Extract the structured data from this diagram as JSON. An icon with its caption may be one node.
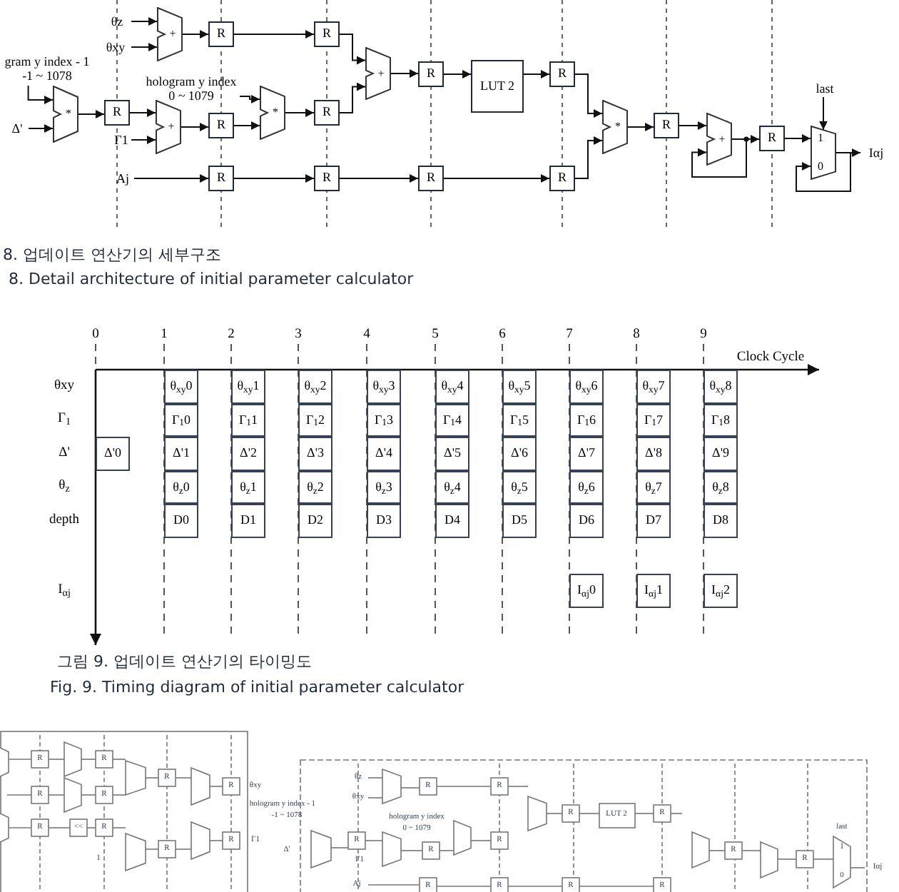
{
  "diagram": {
    "nodes": [
      {
        "text": [
          "θz"
        ]
      },
      {
        "text": [
          "θxy"
        ]
      },
      {
        "text": [
          "+"
        ]
      },
      {
        "text": [
          "R"
        ]
      },
      {
        "text": [
          "R"
        ]
      },
      {
        "text": [
          "+"
        ]
      },
      {
        "text": [
          "R"
        ]
      },
      {
        "text": [
          "LUT 2"
        ]
      },
      {
        "text": [
          "R"
        ]
      },
      {
        "text": [
          "gram y index - 1 -1 ~ 1078"
        ]
      },
      {
        "text": [
          "Δ'"
        ]
      },
      {
        "text": [
          "*"
        ]
      },
      {
        "text": [
          "R"
        ]
      },
      {
        "text": [
          "Γ1"
        ]
      },
      {
        "text": [
          "+"
        ]
      },
      {
        "text": [
          "R"
        ]
      },
      {
        "text": [
          "hologram y index 0 ~ 1079"
        ]
      },
      {
        "text": [
          "*"
        ]
      },
      {
        "text": [
          "R"
        ]
      },
      {
        "text": [
          "Aj"
        ]
      },
      {
        "text": [
          "R"
        ]
      },
      {
        "text": [
          "R"
        ]
      },
      {
        "text": [
          "R"
        ]
      },
      {
        "text": [
          "R"
        ]
      },
      {
        "text": [
          "*"
        ]
      },
      {
        "text": [
          "R"
        ]
      },
      {
        "text": [
          "+"
        ]
      },
      {
        "text": [
          "R"
        ]
      },
      {
        "text": [
          "last"
        ]
      },
      {
        "text": [
          "1",
          "0"
        ]
      },
      {
        "text": [
          "Iαj"
        ]
      },
      {
        "text": [
          "Δ'0"
        ]
      },
      {
        "text": [
          "θ$_{xy}$0"
        ]
      },
      {
        "text": [
          "Γ$_{1}$0"
        ]
      },
      {
        "text": [
          "Δ'1"
        ]
      },
      {
        "text": [
          "θ$_{z}$0"
        ]
      },
      {
        "text": [
          "D0"
        ]
      },
      {
        "text": [
          "θ$_{xy}$1"
        ]
      },
      {
        "text": [
          "Γ$_{1}$1"
        ]
      },
      {
        "text": [
          "Δ'2"
        ]
      },
      {
        "text": [
          "θ$_{z}$1"
        ]
      },
      {
        "text": [
          "D1"
        ]
      },
      {
        "text": [
          "θ$_{xy}$2"
        ]
      },
      {
        "text": [
          "Γ$_{1}$2"
        ]
      },
      {
        "text": [
          "Δ'3"
        ]
      },
      {
        "text": [
          "θ$_{z}$2"
        ]
      },
      {
        "text": [
          "D2"
        ]
      },
      {
        "text": [
          "θ$_{xy}$3"
        ]
      },
      {
        "text": [
          "Γ$_{1}$3"
        ]
      },
      {
        "text": [
          "Δ'4"
        ]
      },
      {
        "text": [
          "θ$_{z}$3"
        ]
      },
      {
        "text": [
          "D3"
        ]
      },
      {
        "text": [
          "θ$_{xy}$4"
        ]
      },
      {
        "text": [
          "Γ$_{1}$4"
        ]
      },
      {
        "text": [
          "Δ'5"
        ]
      },
      {
        "text": [
          "θ$_{z}$4"
        ]
      },
      {
        "text": [
          "D4"
        ]
      },
      {
        "text": [
          "θ$_{xy}$5"
        ]
      },
      {
        "text": [
          "Γ$_{1}$5"
        ]
      },
      {
        "text": [
          "Δ'6"
        ]
      },
      {
        "text": [
          "θ$_{z}$5"
        ]
      },
      {
        "text": [
          "D5"
        ]
      },
      {
        "text": [
          "θ$_{xy}$6"
        ]
      },
      {
        "text": [
          "Γ$_{1}$6"
        ]
      },
      {
        "text": [
          "Δ'7"
        ]
      },
      {
        "text": [
          "θ$_{z}$6"
        ]
      },
      {
        "text": [
          "D6"
        ]
      },
      {
        "text": [
          "I$_{αj}$0"
        ]
      },
      {
        "text": [
          "θ$_{xy}$7"
        ]
      },
      {
        "text": [
          "Γ$_{1}$7"
        ]
      },
      {
        "text": [
          "Δ'8"
        ]
      },
      {
        "text": [
          "θ$_{z}$7"
        ]
      },
      {
        "text": [
          "D7"
        ]
      },
      {
        "text": [
          "I$_{αj}$1"
        ]
      },
      {
        "text": [
          "θ$_{xy}$8"
        ]
      },
      {
        "text": [
          "Γ$_{1}$8"
        ]
      },
      {
        "text": [
          "Δ'9"
        ]
      },
      {
        "text": [
          "θ$_{z}$8"
        ]
      },
      {
        "text": [
          "D8"
        ]
      },
      {
        "text": [
          "I$_{αj}$2"
        ]
      }
    ],
    "edges": [
      {
        "from": 0,
        "to": 2,
        "arrow": "to"
      },
      {
        "from": 1,
        "to": 2,
        "arrow": "to"
      },
      {
        "from": 2,
        "to": 3,
        "arrow": "to"
      },
      {
        "from": 3,
        "to": 4,
        "arrow": "to"
      },
      {
        "from": 4,
        "to": 5,
        "arrow": "to"
      },
      {
        "from": 18,
        "to": 5,
        "arrow": "to"
      },
      {
        "from": 5,
        "to": 6,
        "arrow": "to"
      },
      {
        "from": 6,
        "to": 7,
        "arrow": "to"
      },
      {
        "from": 7,
        "to": 8,
        "arrow": "to"
      },
      {
        "from": 8,
        "to": 24,
        "arrow": "to"
      },
      {
        "from": 23,
        "to": 24,
        "arrow": "to"
      },
      {
        "from": 24,
        "to": 25,
        "arrow": "to"
      },
      {
        "from": 25,
        "to": 26,
        "arrow": "to"
      },
      {
        "from": 26,
        "to": 26,
        "arrow": "to"
      },
      {
        "from": 26,
        "to": 27,
        "arrow": "to"
      },
      {
        "from": 27,
        "to": 29,
        "arrow": "to"
      },
      {
        "from": 28,
        "to": 29,
        "arrow": "to"
      },
      {
        "from": 29,
        "to": 29,
        "arrow": "to"
      },
      {
        "from": 29,
        "to": 30,
        "arrow": "to"
      },
      {
        "from": 9,
        "to": 11,
        "arrow": "to"
      },
      {
        "from": 10,
        "to": 11,
        "arrow": "to"
      },
      {
        "from": 11,
        "to": 12,
        "arrow": "to"
      },
      {
        "from": 12,
        "to": 14,
        "arrow": "to"
      },
      {
        "from": 13,
        "to": 14,
        "arrow": "to"
      },
      {
        "from": 14,
        "to": 15,
        "arrow": "to"
      },
      {
        "from": 16,
        "to": 17,
        "arrow": "to"
      },
      {
        "from": 15,
        "to": 17,
        "arrow": "to"
      },
      {
        "from": 17,
        "to": 18,
        "arrow": "to"
      },
      {
        "from": 19,
        "to": 20,
        "arrow": "to"
      },
      {
        "from": 20,
        "to": 21,
        "arrow": "to"
      },
      {
        "from": 21,
        "to": 22,
        "arrow": "to"
      },
      {
        "from": 22,
        "to": 23,
        "arrow": "to"
      }
    ],
    "labels": [
      "8. 업데이트 연산기의 세부구조",
      "8. Detail architecture of initial parameter calculator",
      "0",
      "1",
      "2",
      "3",
      "4",
      "5",
      "6",
      "7",
      "8",
      "9",
      "Clock Cycle",
      "θxy",
      "Γ$_{1}$",
      "Δ'",
      "θ$_{z}$",
      "depth",
      "I$_{αj}$",
      "그림 9. 업데이트 연산기의 타이밍도",
      "Fig. 9. Timing diagram of initial parameter calculator",
      "R",
      "R",
      "R",
      "R",
      "θxy",
      "R",
      "R",
      "R",
      "<<",
      "R",
      "R",
      "1",
      "R",
      "Γ1",
      "θz",
      "θxy",
      "R",
      "R",
      "hologram y index - 1",
      "-1 ~ 1078",
      "hologram y index",
      "0 ~ 1079",
      "R",
      "LUT 2",
      "R",
      "Δ'",
      "R",
      "R",
      "R",
      "Γ1",
      "R",
      "R",
      "last",
      "1",
      "0",
      "Iαj",
      "Aj",
      "R",
      "R",
      "R",
      "R"
    ]
  }
}
